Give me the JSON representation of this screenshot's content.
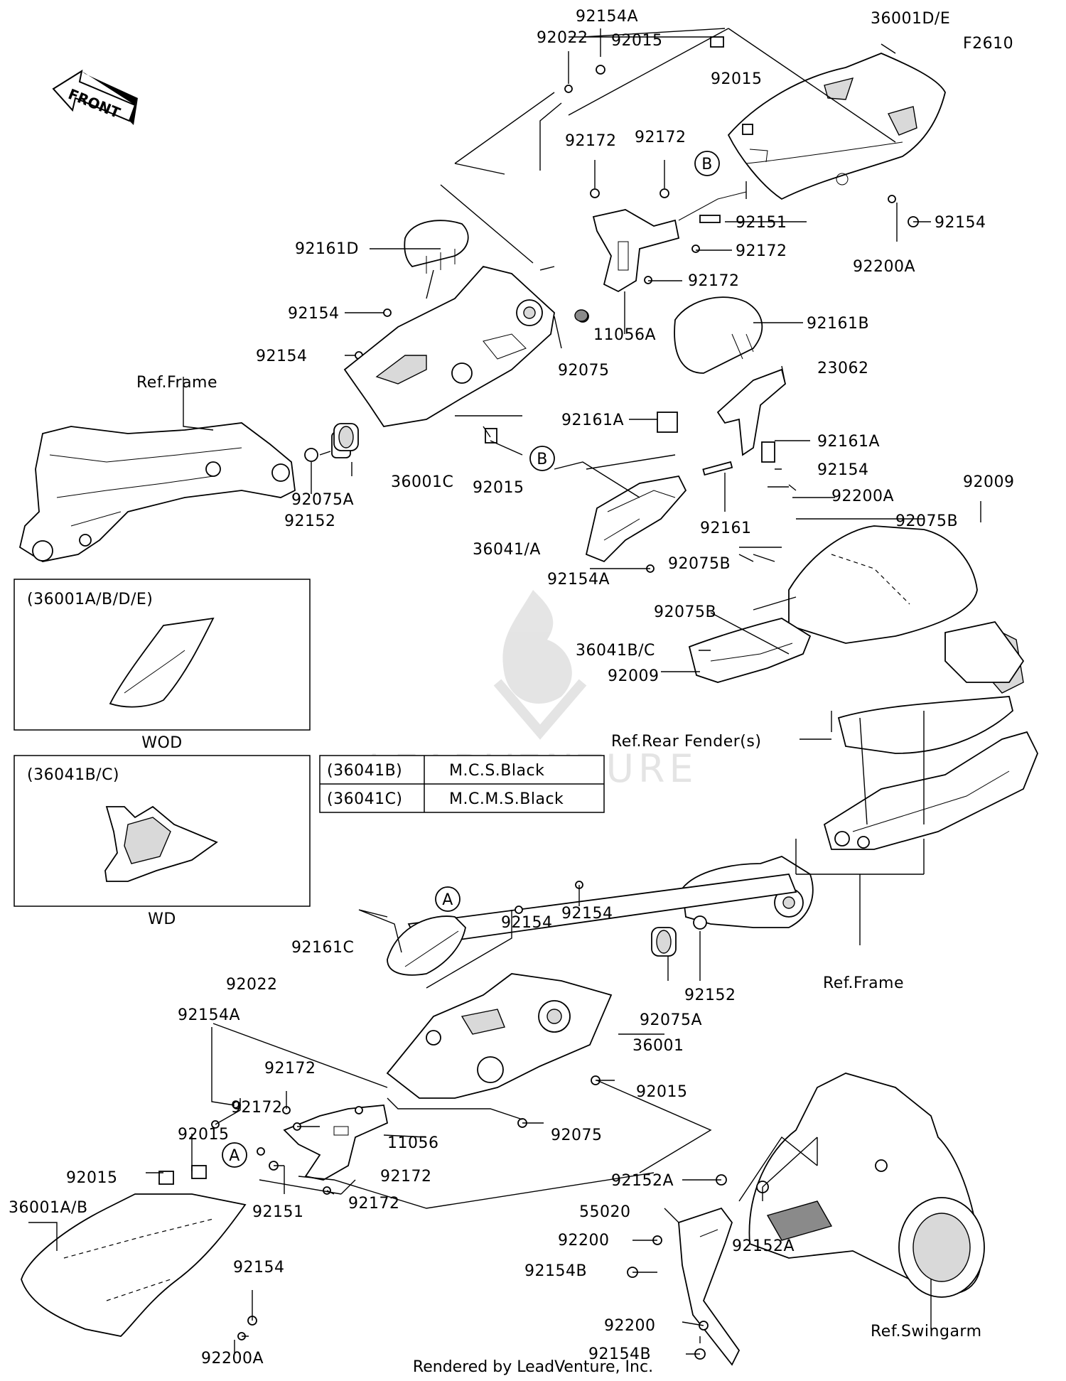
{
  "figure_code": "F2610",
  "front_label": "FRONT",
  "watermark_text": "LEADVENTURE",
  "footer": "Rendered by LeadVenture, Inc.",
  "inset_wod": {
    "title": "(36001A/B/D/E)",
    "caption": "WOD"
  },
  "inset_wd": {
    "title": "(36041B/C)",
    "caption": "WD"
  },
  "color_table": [
    {
      "part": "(36041B)",
      "color": "M.C.S.Black"
    },
    {
      "part": "(36041C)",
      "color": "M.C.M.S.Black"
    }
  ],
  "callouts": {
    "a1": "A",
    "a2": "A",
    "b1": "B",
    "b2": "B"
  },
  "labels": {
    "l01": "92154A",
    "l02": "92022",
    "l03": "92015",
    "l04": "36001D/E",
    "l05": "92015",
    "l06": "92172",
    "l07": "92172",
    "l08": "92151",
    "l09": "92154",
    "l10": "92172",
    "l11": "92200A",
    "l12": "92172",
    "l13": "92161D",
    "l14": "92154",
    "l15": "11056A",
    "l16": "92161B",
    "l17": "92154",
    "l18": "92075",
    "l19": "23062",
    "l20": "Ref.Frame",
    "l21": "92161A",
    "l22": "92161A",
    "l23": "92154",
    "l24": "36001C",
    "l25": "92015",
    "l26": "92075A",
    "l27": "92152",
    "l28": "92200A",
    "l29": "92009",
    "l30": "92075B",
    "l31": "92161",
    "l32": "36041/A",
    "l33": "92075B",
    "l34": "92154A",
    "l35": "92075B",
    "l36": "36041B/C",
    "l37": "92009",
    "l38": "Ref.Rear Fender(s)",
    "l39": "92154",
    "l40": "92154",
    "l41": "92161C",
    "l42": "92022",
    "l43": "92154A",
    "l44": "92152",
    "l45": "92075A",
    "l46": "Ref.Frame",
    "l47": "36001",
    "l48": "92172",
    "l49": "92172",
    "l50": "92015",
    "l51": "92015",
    "l52": "11056",
    "l53": "92075",
    "l54": "92015",
    "l55": "92172",
    "l56": "36001A/B",
    "l57": "92151",
    "l58": "92172",
    "l59": "92152A",
    "l60": "55020",
    "l61": "92152A",
    "l62": "92200",
    "l63": "92154B",
    "l64": "92154",
    "l65": "92200",
    "l66": "Ref.Swingarm",
    "l67": "92200A",
    "l68": "92154B"
  }
}
